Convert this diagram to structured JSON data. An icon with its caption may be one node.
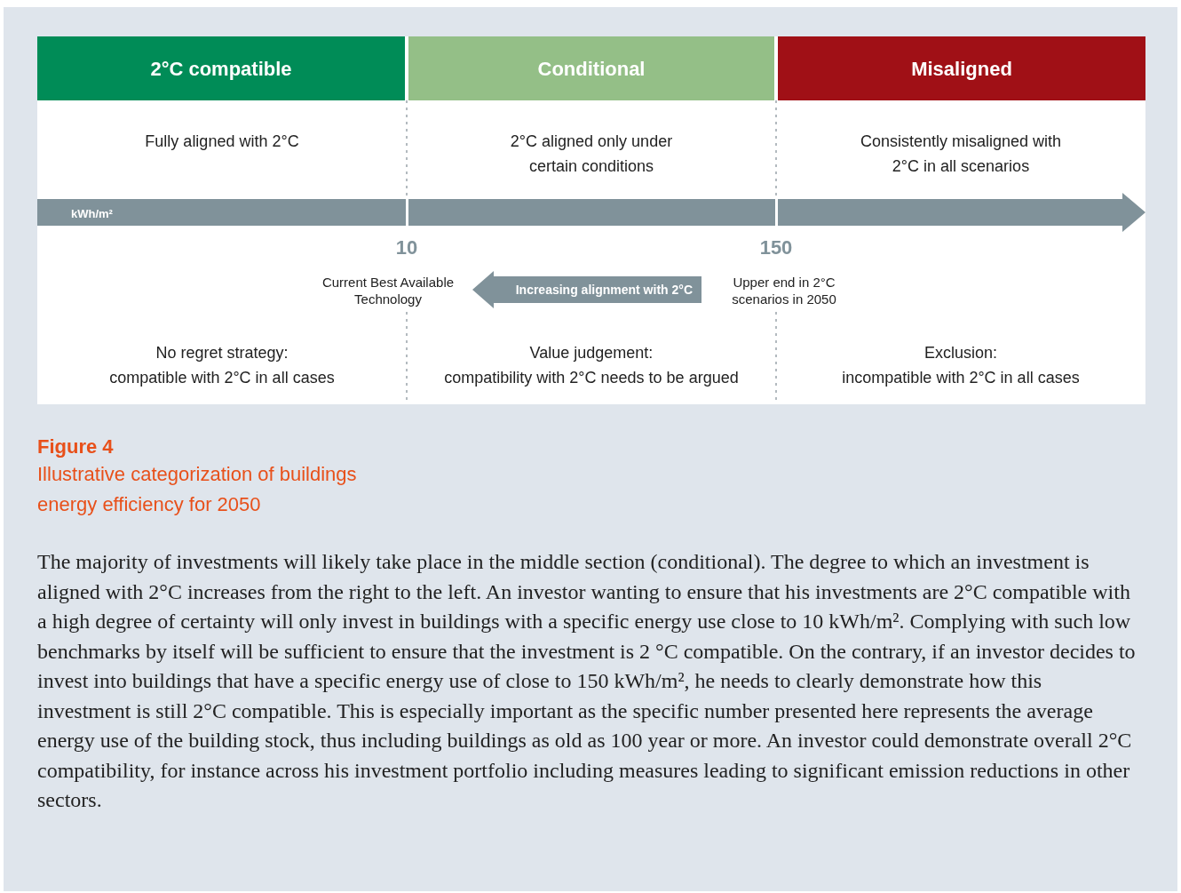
{
  "diagram": {
    "nodes": [
      {
        "text": [
          "2°C compatible"
        ]
      },
      {
        "text": [
          "Conditional"
        ]
      },
      {
        "text": [
          "Misaligned"
        ]
      },
      {
        "text": [
          "Increasing alignment with 2°C"
        ]
      }
    ],
    "labels": [
      "Fully aligned with 2°C",
      "2°C aligned only under certain conditions",
      "Consistently misaligned with 2°C in all scenarios",
      "kWh/m²",
      "10",
      "150",
      "Current Best Available Technology",
      "Upper end in 2°C scenarios in 2050",
      "No regret strategy:",
      "compatible with 2°C in all cases",
      "Value judgement:",
      "compatibility with 2°C needs to be argued",
      "Exclusion:",
      "incompatible with 2°C in all cases",
      "Figure 4",
      "The majority of investments will likely take place in the middle section (conditional). The degree to which an investment is aligned with 2°C increases from the right to the left. An investor wanting to ensure that his investments are 2°C compatible with a high degree of certainty will only invest in buildings with a specific energy use close to 10 kWh/m². Complying with such low benchmarks by itself will be sufficient to ensure that the investment is 2 °C compatible. On the contrary, if an investor decides to invest into buildings that have a specific energy use of close to 150 kWh/m², he needs to clearly demonstrate how this investment is still 2°C compatible. This is especially important as the specific number presented here represents the average energy use of the building stock, thus including buildings as old as 100 year or more. An investor could demonstrate overall 2°C compatibility, for instance across his investment portfolio including measures leading to significant emission reductions in other sectors."
    ],
    "caption": "Illustrative categorization of buildings energy efficiency for 2050"
  }
}
